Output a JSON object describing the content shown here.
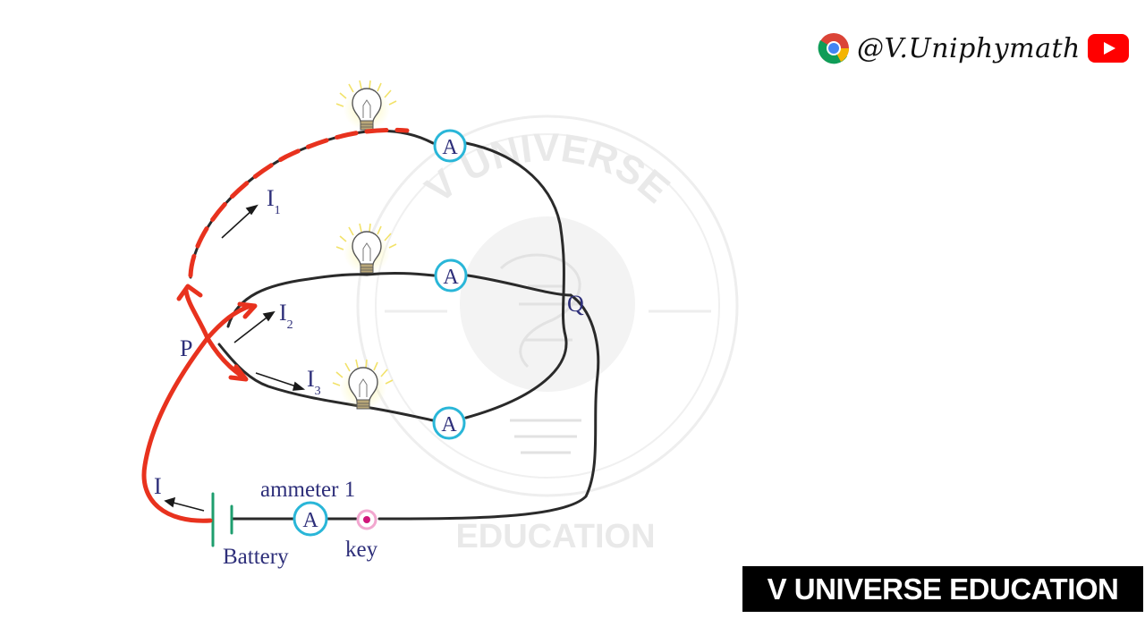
{
  "watermark": {
    "top_text": "V UNIVERSE",
    "bottom_text": "EDUCATION"
  },
  "labels": {
    "current_total": "I",
    "current_1": "I",
    "current_1_sub": "1",
    "current_2": "I",
    "current_2_sub": "2",
    "current_3": "I",
    "current_3_sub": "3",
    "junction_p": "P",
    "junction_q": "Q",
    "battery": "Battery",
    "key": "key",
    "ammeter_1": "ammeter 1",
    "ammeter_symbol": "A"
  },
  "branding": {
    "handle": "@V.Uniphymath",
    "banner": "V UNIVERSE EDUCATION",
    "icons": [
      "chrome-icon",
      "youtube-icon"
    ]
  },
  "colors": {
    "wire": "#2a2a2a",
    "current_path": "#e8321e",
    "ammeter_ring": "#29b6d8",
    "label_text": "#2e2f7a",
    "battery": "#1e9e6e",
    "key_dot": "#d0157a",
    "bulb_glow": "#f7ef9a"
  }
}
